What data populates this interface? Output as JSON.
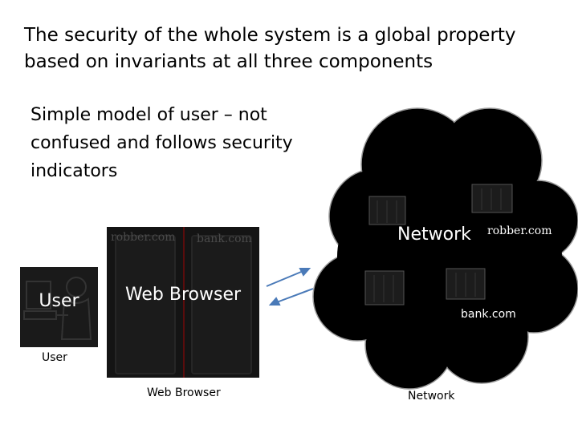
{
  "slide": {
    "title": "The security of the whole system is a global property based on invariants at all three components",
    "subtitle": "Simple model of user – not confused and follows security indicators"
  },
  "user": {
    "inner_label": "User",
    "caption": "User"
  },
  "browser": {
    "tab_robber": "robber.com",
    "tab_bank": "bank.com",
    "inner_label": "Web Browser",
    "caption": "Web Browser"
  },
  "network": {
    "inner_label": "Network",
    "robber_label": "robber.com",
    "bank_label": "bank.com",
    "caption": "Network"
  },
  "colors": {
    "cloud_fill": "#000000",
    "panel_dark": "#141414",
    "arrow": "#4a7ab8"
  }
}
